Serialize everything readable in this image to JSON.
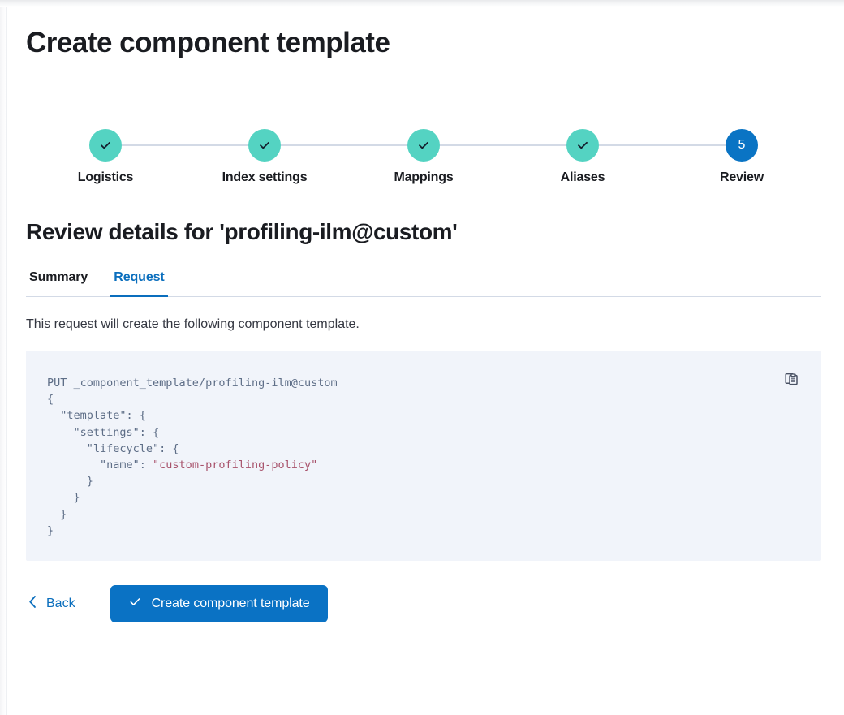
{
  "header": {
    "title": "Create component template"
  },
  "stepper": {
    "active_index": 4,
    "accent_complete": "#54d3c2",
    "accent_active": "#0a74c4",
    "connector_color": "#d3dae6",
    "steps": [
      {
        "label": "Logistics",
        "number": "1",
        "state": "complete"
      },
      {
        "label": "Index settings",
        "number": "2",
        "state": "complete"
      },
      {
        "label": "Mappings",
        "number": "3",
        "state": "complete"
      },
      {
        "label": "Aliases",
        "number": "4",
        "state": "complete"
      },
      {
        "label": "Review",
        "number": "5",
        "state": "active"
      }
    ]
  },
  "review": {
    "section_title": "Review details for 'profiling-ilm@custom'",
    "tabs": [
      {
        "label": "Summary",
        "active": false
      },
      {
        "label": "Request",
        "active": true
      }
    ],
    "description": "This request will create the following component template.",
    "code": {
      "method_line": "PUT _component_template/profiling-ilm@custom",
      "lines_before_value": "{\n  \"template\": {\n    \"settings\": {\n      \"lifecycle\": {\n        \"name\": ",
      "string_value": "\"custom-profiling-policy\"",
      "lines_after_value": "\n      }\n    }\n  }\n}",
      "string_color": "#a8526b",
      "background": "#f1f4fa"
    },
    "copy_icon_title": "Copy to clipboard"
  },
  "actions": {
    "back_label": "Back",
    "submit_label": "Create component template",
    "primary_color": "#0a72c4",
    "link_color": "#0a6ebd"
  }
}
